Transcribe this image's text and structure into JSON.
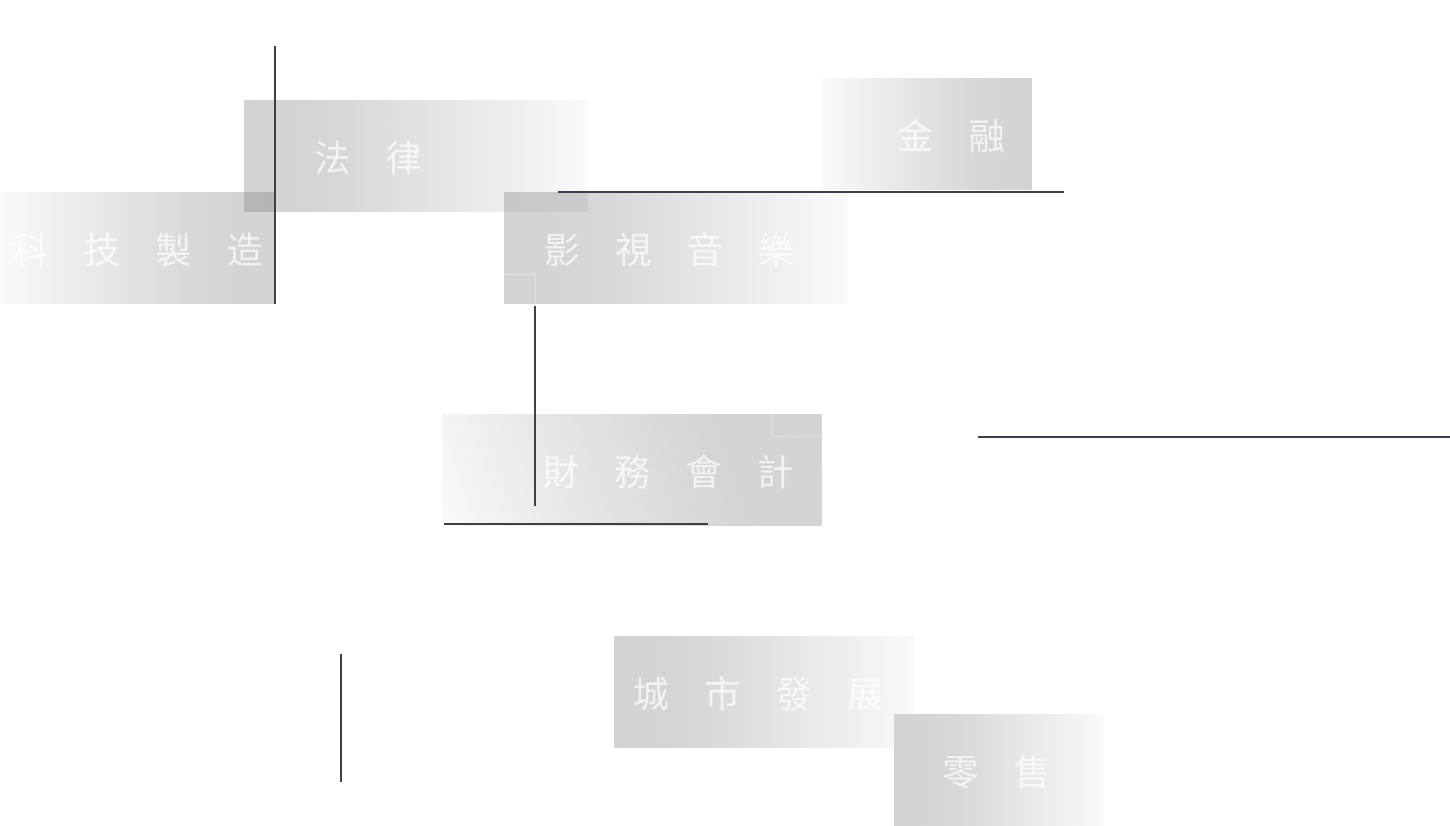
{
  "categories": [
    {
      "id": "law",
      "label": "法 律"
    },
    {
      "id": "tech-manufacturing",
      "label": "科 技 製 造"
    },
    {
      "id": "finance",
      "label": "金 融"
    },
    {
      "id": "film-music",
      "label": "影 視 音 樂"
    },
    {
      "id": "accounting",
      "label": "財 務 會 計"
    },
    {
      "id": "urban-development",
      "label": "城 市 發 展"
    },
    {
      "id": "retail",
      "label": "零 售"
    }
  ],
  "colors": {
    "line": "#3d3f4c",
    "tile": "#d3d3d3",
    "tile_fade": "#fafafa",
    "text": "#f0f0f0"
  }
}
